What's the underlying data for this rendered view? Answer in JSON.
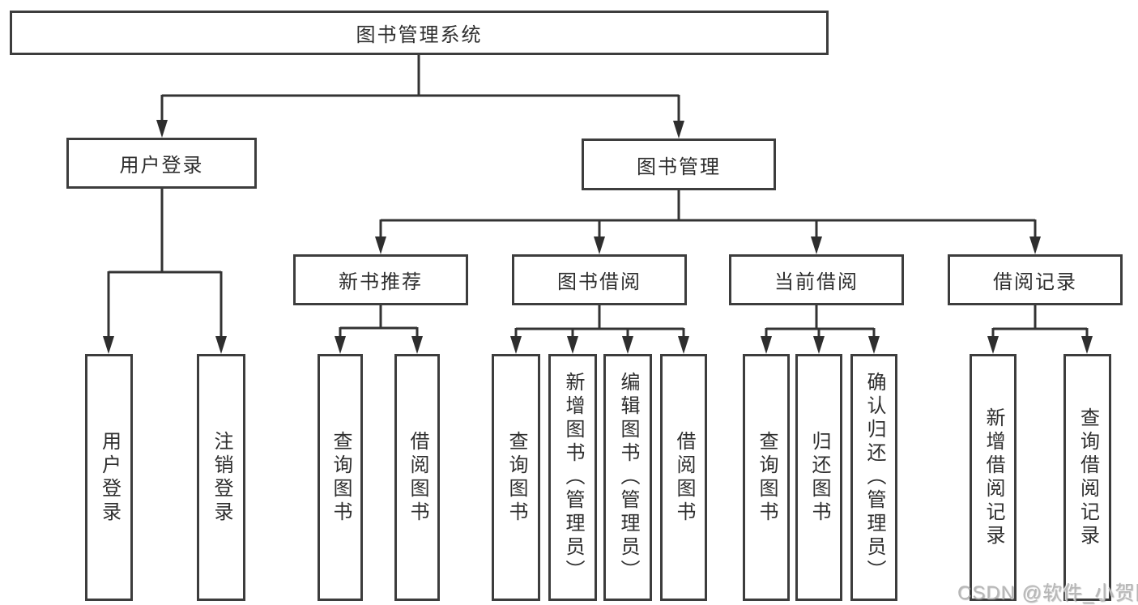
{
  "tree": {
    "root": {
      "label": "图书管理系统",
      "children": [
        {
          "label": "用户登录",
          "children": [
            {
              "label": "用户登录"
            },
            {
              "label": "注销登录"
            }
          ]
        },
        {
          "label": "图书管理",
          "children": [
            {
              "label": "新书推荐",
              "children": [
                {
                  "label": "查询图书"
                },
                {
                  "label": "借阅图书"
                }
              ]
            },
            {
              "label": "图书借阅",
              "children": [
                {
                  "label": "查询图书"
                },
                {
                  "label": "新增图书（管理员）"
                },
                {
                  "label": "编辑图书（管理员）"
                },
                {
                  "label": "借阅图书"
                }
              ]
            },
            {
              "label": "当前借阅",
              "children": [
                {
                  "label": "查询图书"
                },
                {
                  "label": "归还图书"
                },
                {
                  "label": "确认归还（管理员）"
                }
              ]
            },
            {
              "label": "借阅记录",
              "children": [
                {
                  "label": "新增借阅记录"
                },
                {
                  "label": "查询借阅记录"
                }
              ]
            }
          ]
        }
      ]
    }
  },
  "watermark": "CSDN @软件_小贺同学",
  "colors": {
    "line": "#333333",
    "box_border": "#3d3d3d",
    "text": "#2e2e2e",
    "watermark": "#b7b7b7",
    "background": "#ffffff"
  }
}
